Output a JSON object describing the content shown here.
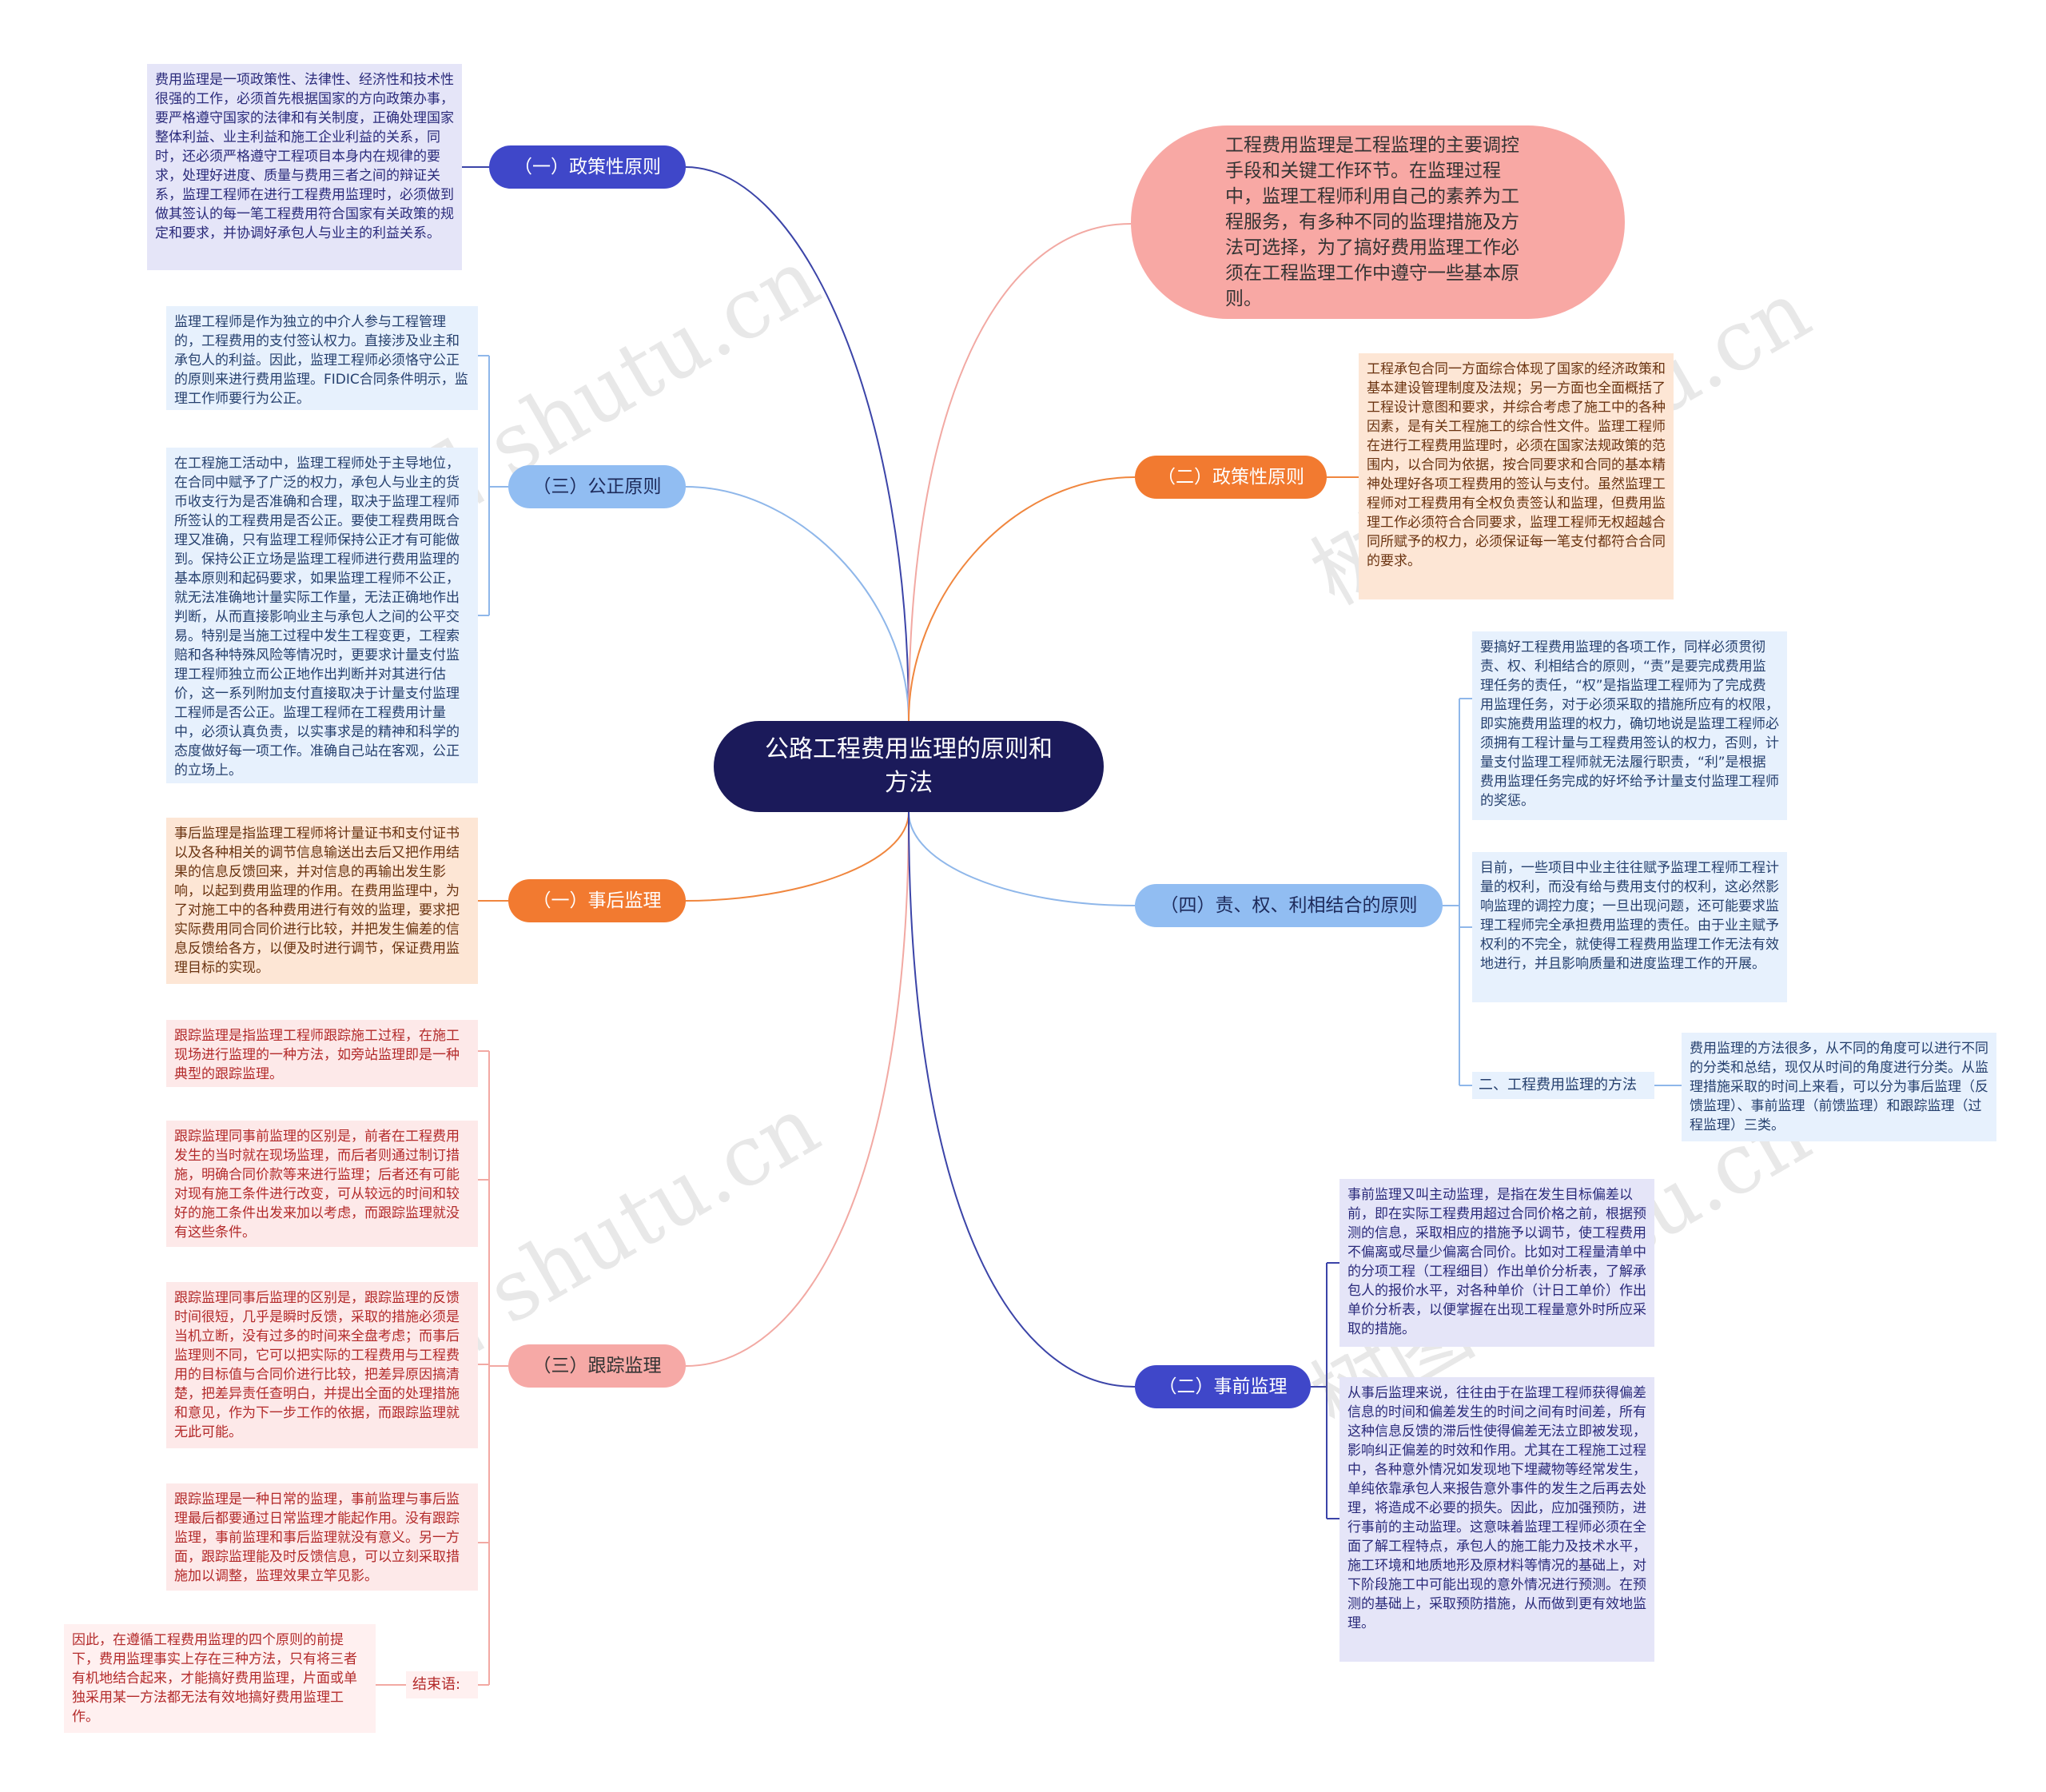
{
  "center": "公路工程费用监理的原则和方法",
  "intro": "工程费用监理是工程监理的主要调控手段和关键工作环节。在监理过程中，监理工程师利用自己的素养为工程服务，有多种不同的监理措施及方法可选择，为了搞好费用监理工作必须在工程监理工作中遵守一些基本原则。",
  "left": {
    "policy": {
      "label": "（一）政策性原则",
      "text": "费用监理是一项政策性、法律性、经济性和技术性很强的工作，必须首先根据国家的方向政策办事，要严格遵守国家的法律和有关制度，正确处理国家整体利益、业主利益和施工企业利益的关系，同时，还必须严格遵守工程项目本身内在规律的要求，处理好进度、质量与费用三者之间的辩证关系，监理工程师在进行工程费用监理时，必须做到做其签认的每一笔工程费用符合国家有关政策的规定和要求，并协调好承包人与业主的利益关系。"
    },
    "fair": {
      "label": "（三）公正原则",
      "texts": [
        "监理工程师是作为独立的中介人参与工程管理的，工程费用的支付签认权力。直接涉及业主和承包人的利益。因此，监理工程师必须恪守公正的原则来进行费用监理。FIDIC合同条件明示，监理工作师要行为公正。",
        "在工程施工活动中，监理工程师处于主导地位，在合同中赋予了广泛的权力，承包人与业主的货币收支行为是否准确和合理，取决于监理工程师所签认的工程费用是否公正。要使工程费用既合理又准确，只有监理工程师保持公正才有可能做到。保持公正立场是监理工程师进行费用监理的基本原则和起码要求，如果监理工程师不公正，就无法准确地计量实际工作量，无法正确地作出判断，从而直接影响业主与承包人之间的公平交易。特别是当施工过程中发生工程变更，工程索赔和各种特殊风险等情况时，更要求计量支付监理工程师独立而公正地作出判断并对其进行估价，这一系列附加支付直接取决于计量支付监理工程师是否公正。监理工程师在工程费用计量中，必须认真负责，以实事求是的精神和科学的态度做好每一项工作。准确自己站在客观，公正的立场上。"
      ]
    },
    "after": {
      "label": "（一）事后监理",
      "text": "事后监理是指监理工程师将计量证书和支付证书以及各种相关的调节信息输送出去后又把作用结果的信息反馈回来，并对信息的再输出发生影响，以起到费用监理的作用。在费用监理中，为了对施工中的各种费用进行有效的监理，要求把实际费用同合同价进行比较，并把发生偏差的信息反馈给各方，以便及时进行调节，保证费用监理目标的实现。"
    },
    "track": {
      "label": "（三）跟踪监理",
      "texts": [
        "跟踪监理是指监理工程师跟踪施工过程，在施工现场进行监理的一种方法，如旁站监理即是一种典型的跟踪监理。",
        "跟踪监理同事前监理的区别是，前者在工程费用发生的当时就在现场监理，而后者则通过制订措施，明确合同价款等来进行监理；后者还有可能对现有施工条件进行改变，可从较远的时间和较好的施工条件出发来加以考虑，而跟踪监理就没有这些条件。",
        "跟踪监理同事后监理的区别是，跟踪监理的反馈时间很短，几乎是瞬时反馈，采取的措施必须是当机立断，没有过多的时间来全盘考虑；而事后监理则不同，它可以把实际的工程费用与工程费用的目标值与合同价进行比较，把差异原因搞清楚，把差异责任查明白，并提出全面的处理措施和意见，作为下一步工作的依据，而跟踪监理就无此可能。",
        "跟踪监理是一种日常的监理，事前监理与事后监理最后都要通过日常监理才能起作用。没有跟踪监理，事前监理和事后监理就没有意义。另一方面，跟踪监理能及时反馈信息，可以立刻采取措施加以调整，监理效果立竿见影。"
      ],
      "conclusion_label": "结束语:",
      "conclusion_text": "因此，在遵循工程费用监理的四个原则的前提下，费用监理事实上存在三种方法，只有将三者有机地结合起来，才能搞好费用监理，片面或单独采用某一方法都无法有效地搞好费用监理工作。"
    }
  },
  "right": {
    "policy2": {
      "label": "（二）政策性原则",
      "text": "工程承包合同一方面综合体现了国家的经济政策和基本建设管理制度及法规；另一方面也全面概括了工程设计意图和要求，并综合考虑了施工中的各种因素，是有关工程施工的综合性文件。监理工程师在进行工程费用监理时，必须在国家法规政策的范围内，以合同为依据，按合同要求和合同的基本精神处理好各项工程费用的签认与支付。虽然监理工程师对工程费用有全权负责签认和监理，但费用监理工作必须符合合同要求，监理工程师无权超越合同所赋予的权力，必须保证每一笔支付都符合合同的要求。"
    },
    "rights": {
      "label": "（四）责、权、利相结合的原则",
      "texts": [
        "要搞好工程费用监理的各项工作，同样必须贯彻责、权、利相结合的原则，“责”是要完成费用监理任务的责任，“权”是指监理工程师为了完成费用监理任务，对于必须采取的措施所应有的权限，即实施费用监理的权力，确切地说是监理工程师必须拥有工程计量与工程费用签认的权力，否则，计量支付监理工程师就无法履行职责，“利”是根据费用监理任务完成的好坏给予计量支付监理工程师的奖惩。",
        "目前，一些项目中业主往往赋予监理工程师工程计量的权利，而没有给与费用支付的权利，这必然影响监理的调控力度；一旦出现问题，还可能要求监理工程师完全承担费用监理的责任。由于业主赋予权利的不完全，就使得工程费用监理工作无法有效地进行，并且影响质量和进度监理工作的开展。"
      ],
      "method_label": "二、工程费用监理的方法",
      "method_text": "费用监理的方法很多，从不同的角度可以进行不同的分类和总结，现仅从时间的角度进行分类。从监理措施采取的时间上来看，可以分为事后监理（反馈监理）、事前监理（前馈监理）和跟踪监理（过程监理）三类。"
    },
    "before": {
      "label": "（二）事前监理",
      "texts": [
        "事前监理又叫主动监理，是指在发生目标偏差以前，即在实际工程费用超过合同价格之前，根据预测的信息，采取相应的措施予以调节，使工程费用不偏离或尽量少偏离合同价。比如对工程量清单中的分项工程（工程细目）作出单价分析表，了解承包人的报价水平，对各种单价（计日工单价）作出单价分析表，以便掌握在出现工程量意外时所应采取的措施。",
        "从事后监理来说，往往由于在监理工程师获得偏差信息的时间和偏差发生的时间之间有时间差，所有这种信息反馈的滞后性使得偏差无法立即被发现，影响纠正偏差的时效和作用。尤其在工程施工过程中，各种意外情况如发现地下埋藏物等经常发生，单纯依靠承包人来报告意外事件的发生之后再去处理，将造成不必要的损失。因此，应加强预防，进行事前的主动监理。这意味着监理工程师必须在全面了解工程特点，承包人的施工能力及技术水平，施工环境和地质地形及原材料等情况的基础上，对下阶段施工中可能出现的意外情况进行预测。在预测的基础上，采取预防措施，从而做到更有效地监理。"
      ]
    }
  },
  "watermark": "树图 shutu.cn",
  "colors": {
    "center": "#1b1a5a",
    "dark_blue": "#3f47c9",
    "light_blue": "#91bdf2",
    "orange": "#f27a30",
    "pink": "#f6a9a6"
  }
}
